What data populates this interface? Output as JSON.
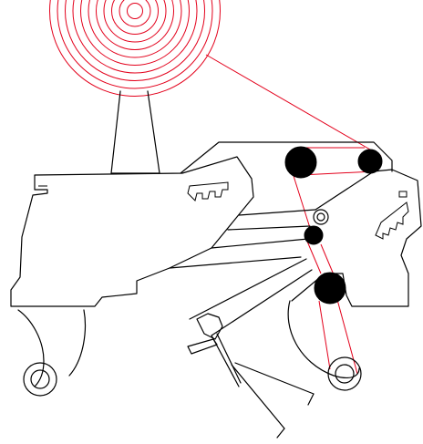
{
  "diagram": {
    "colors": {
      "thread": "#e3001b",
      "outline": "#000000",
      "roller_fill": "#000000",
      "background": "#ffffff"
    },
    "parts": [
      "thread-spool",
      "spool-stand",
      "machine-base",
      "swing-arm",
      "tension-rollers",
      "hook-arms",
      "cutter-lever"
    ]
  }
}
